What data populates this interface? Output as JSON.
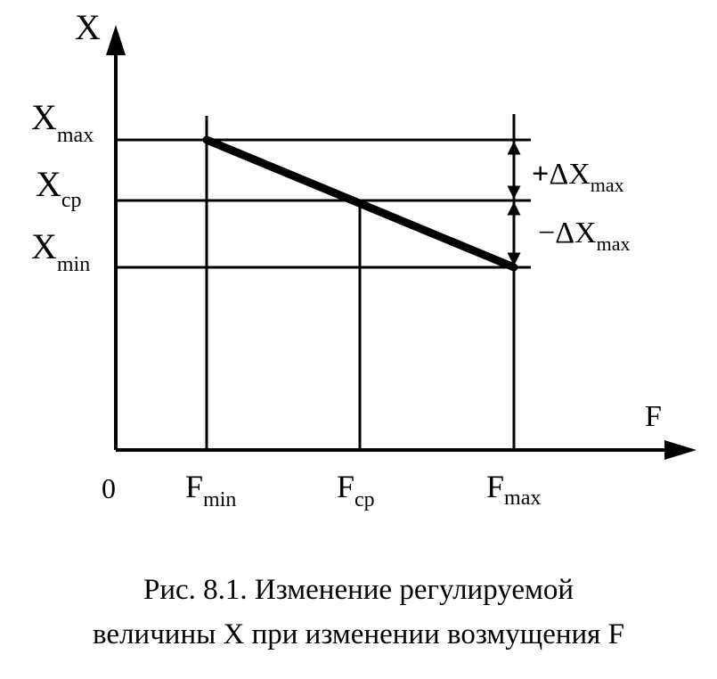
{
  "axes": {
    "y_label": "X",
    "x_label": "F",
    "origin_label": "0"
  },
  "y_ticks": {
    "max": {
      "base": "X",
      "sub": "max"
    },
    "mid": {
      "base": "X",
      "sub": "cp"
    },
    "min": {
      "base": "X",
      "sub": "min"
    }
  },
  "x_ticks": {
    "min": {
      "base": "F",
      "sub": "min"
    },
    "mid": {
      "base": "F",
      "sub": "cp"
    },
    "max": {
      "base": "F",
      "sub": "max"
    }
  },
  "annotations": {
    "plus": {
      "sign": "+",
      "delta": "ΔX",
      "sub": "max"
    },
    "minus": {
      "sign": "−",
      "delta": "ΔX",
      "sub": "max"
    }
  },
  "caption": {
    "line1": "Рис. 8.1. Изменение регулируемой",
    "line2": "величины X при изменении возмущения F"
  }
}
